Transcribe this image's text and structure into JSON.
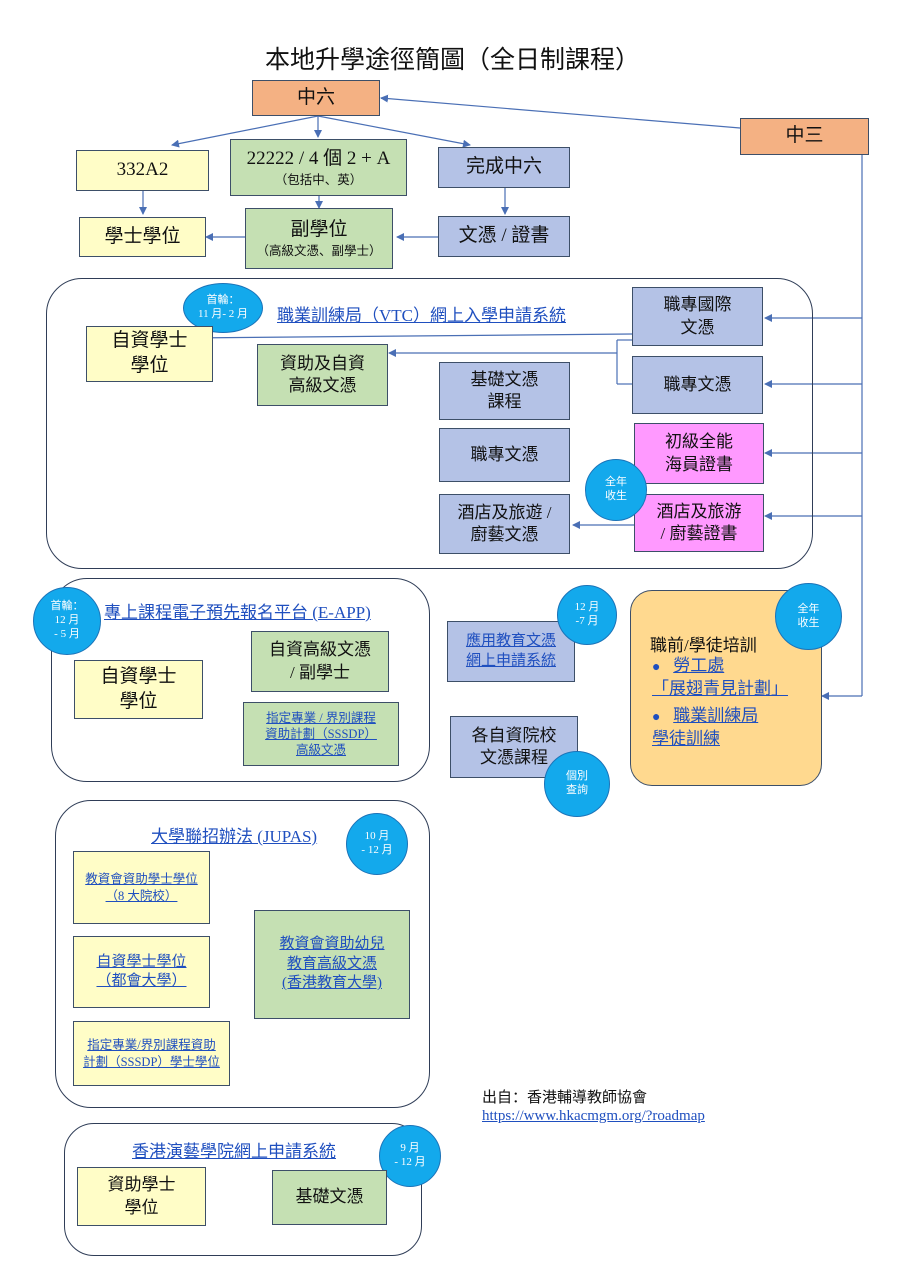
{
  "title": "本地升學途徑簡圖（全日制課程）",
  "top": {
    "s6": "中六",
    "s3": "中三",
    "a332": "332A2",
    "req_main": "22222 / 4 個 2 + A",
    "req_sub": "（包括中、英）",
    "complete_s6": "完成中六",
    "degree": "學士學位",
    "subdeg_main": "副學位",
    "subdeg_sub": "（高級文憑、副學士）",
    "diploma_cert": "文憑 / 證書"
  },
  "vtc": {
    "header": "職業訓練局（VTC）網上入學申請系統",
    "round_badge": [
      "首輪：",
      "11 月- 2 月"
    ],
    "self_degree": [
      "自資學士",
      "學位"
    ],
    "funded_hd": [
      "資助及自資",
      "高級文憑"
    ],
    "foundation": [
      "基礎文憑",
      "課程"
    ],
    "prof_diploma": "職專文憑",
    "hotel_diploma": [
      "酒店及旅遊 /",
      "廚藝文憑"
    ],
    "intl_diploma": [
      "職專國際",
      "文憑"
    ],
    "prof_diploma_r": "職專文憑",
    "seafarer": [
      "初級全能",
      "海員證書"
    ],
    "hotel_cert": [
      "酒店及旅游",
      "/ 廚藝證書"
    ],
    "year_round": [
      "全年",
      "收生"
    ]
  },
  "eapp": {
    "header": "專上課程電子預先報名平台 (E-APP)",
    "round_badge": [
      "首輪：",
      "12 月",
      "- 5 月"
    ],
    "self_degree": [
      "自資學士",
      "學位"
    ],
    "self_hd": [
      "自資高級文憑",
      "/ 副學士"
    ],
    "sssdp": [
      "指定專業 / 界別課程",
      "資助計劃（SSSDP）",
      "高級文憑"
    ]
  },
  "aes": {
    "label": [
      "應用教育文憑",
      "網上申請系統"
    ],
    "badge": [
      "12 月",
      "-7 月"
    ]
  },
  "selfins": {
    "label": [
      "各自資院校",
      "文憑課程"
    ],
    "badge": [
      "個別",
      "查詢"
    ]
  },
  "pretrain": {
    "title": "職前/學徒培訓",
    "item1": [
      "勞工處",
      "「展翅青見計劃」"
    ],
    "item2": [
      "職業訓練局",
      "學徒訓練"
    ],
    "badge": [
      "全年",
      "收生"
    ]
  },
  "jupas": {
    "header": "大學聯招辦法 (JUPAS)",
    "badge": [
      "10 月",
      "- 12 月"
    ],
    "ugc_degree": [
      "教資會資助學士學位",
      "（8 大院校）"
    ],
    "self_degree": [
      "自資學士學位",
      "（都會大學）"
    ],
    "sssdp_degree": [
      "指定專業/界別課程資助",
      "計劃（SSSDP）學士學位"
    ],
    "ugc_hd": [
      "教資會資助幼兒",
      "教育高級文憑",
      "(香港教育大學)"
    ]
  },
  "hkapa": {
    "header": "香港演藝學院網上申請系統",
    "badge": [
      "9 月",
      "- 12 月"
    ],
    "funded_degree": [
      "資助學士",
      "學位"
    ],
    "foundation": "基礎文憑"
  },
  "source": {
    "label": "出自：香港輔導教師協會",
    "url": "https://www.hkacmgm.org/?roadmap"
  },
  "colors": {
    "orange": "#f4b183",
    "yellow": "#fffdc7",
    "green": "#c5e0b3",
    "blue": "#b4c2e6",
    "pink": "#ff99ff",
    "gold": "#ffd98f",
    "badge": "#13a9ec"
  }
}
